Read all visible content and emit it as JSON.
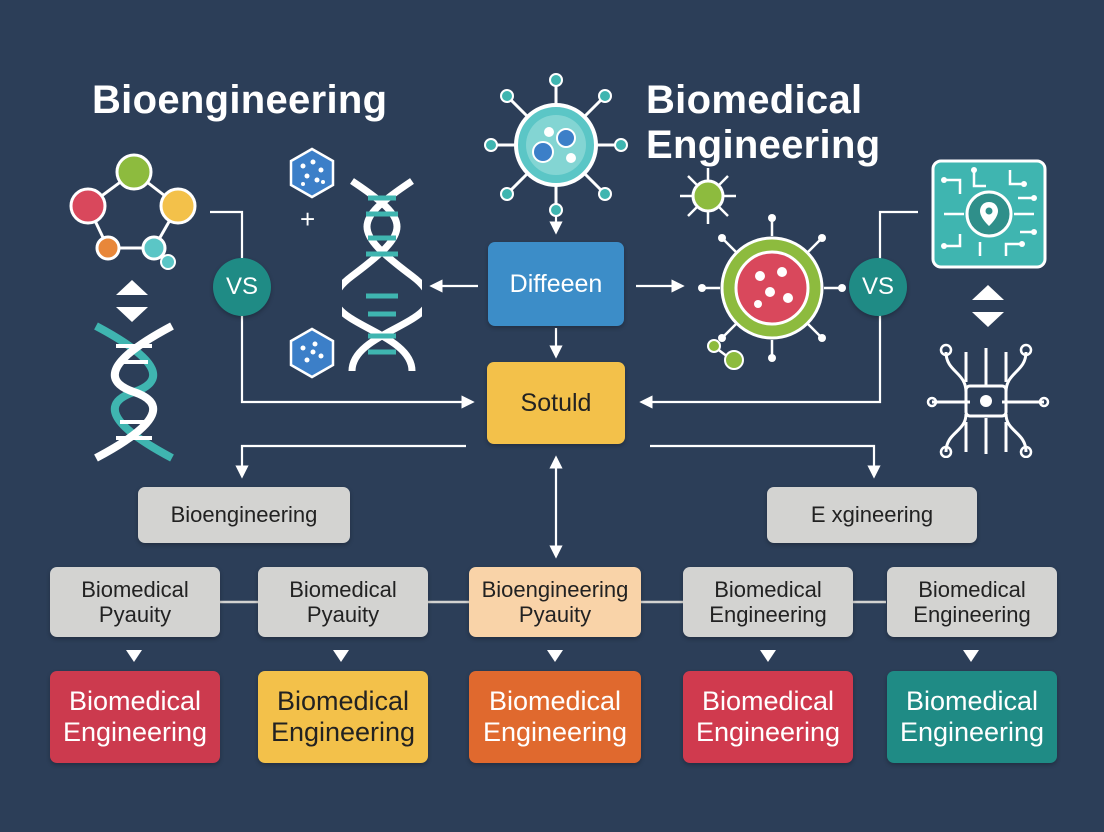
{
  "titles": {
    "left": "Bioengineering",
    "right": "Biomedical Engineering"
  },
  "vs": {
    "left": "VS",
    "right": "VS"
  },
  "center": {
    "top": "Diffeeen",
    "middle": "Sotuld"
  },
  "mid_row": {
    "left": "Bioengineering",
    "right": "E xgineering"
  },
  "row2": [
    {
      "line1": "Biomedical",
      "line2": "Pyauity"
    },
    {
      "line1": "Biomedical",
      "line2": "Pyauity"
    },
    {
      "line1": "Bioengineering",
      "line2": "Pyauity"
    },
    {
      "line1": "Biomedical",
      "line2": "Engineering"
    },
    {
      "line1": "Biomedical",
      "line2": "Engineering"
    }
  ],
  "row3": [
    {
      "line1": "Biomedical",
      "line2": "Engineering",
      "color": "#cc3a4e"
    },
    {
      "line1": "Biomedical",
      "line2": "Engineering",
      "color": "#f3c14a"
    },
    {
      "line1": "Biomedical",
      "line2": "Engineering",
      "color": "#e0692e"
    },
    {
      "line1": "Biomedical",
      "line2": "Engineering",
      "color": "#d03a4e"
    },
    {
      "line1": "Biomedical",
      "line2": "Engineering",
      "color": "#1f8b85"
    }
  ],
  "colors": {
    "background": "#2c3e58",
    "blue_box": "#3c8dc8",
    "yellow_box": "#f3c14a",
    "peach_box": "#f9d3a8",
    "gray_box": "#d3d3d1",
    "teal": "#1f8b85"
  },
  "icons": [
    "molecule-network-icon",
    "nanoparticle-icon",
    "dna-helix-icon",
    "virus-cell-icon",
    "circuit-chip-icon",
    "neural-circuit-icon"
  ]
}
